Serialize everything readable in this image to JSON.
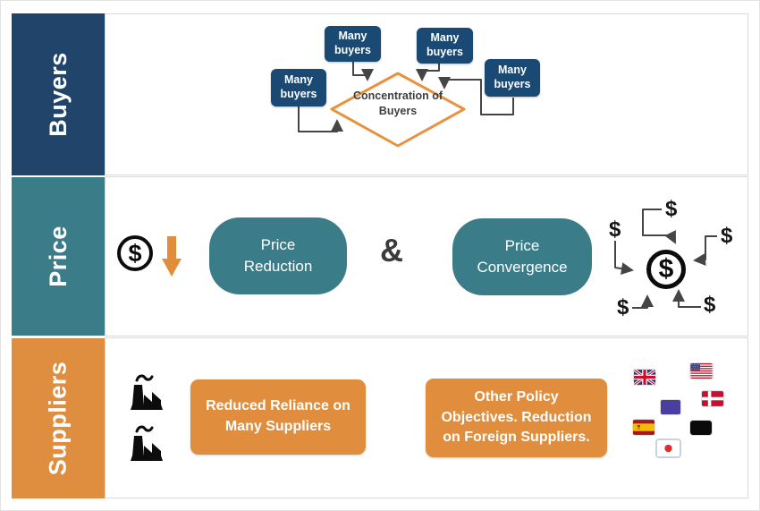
{
  "colors": {
    "navy_sidebar": "#21456A",
    "navy_box": "#1A4A74",
    "teal": "#3A7D88",
    "orange": "#E08E3D",
    "diamond_border": "#E8923F",
    "arrow": "#454545"
  },
  "sidebar": {
    "rows": [
      {
        "label": "Buyers"
      },
      {
        "label": "Price"
      },
      {
        "label": "Suppliers"
      }
    ]
  },
  "buyers_row": {
    "box_label": "Many buyers",
    "diamond_label": "Concentration of Buyers"
  },
  "price_row": {
    "reduction_label": "Price Reduction",
    "ampersand": "&",
    "convergence_label": "Price Convergence",
    "dollar_sign": "$"
  },
  "suppliers_row": {
    "reduced_label": "Reduced Reliance on Many Suppliers",
    "other_label": "Other Policy Objectives. Reduction on Foreign Suppliers.",
    "flags": [
      "uk-flag",
      "usa-flag",
      "denmark-flag",
      "purple-flag",
      "spain-flag",
      "black-flag",
      "japan-flag"
    ]
  }
}
